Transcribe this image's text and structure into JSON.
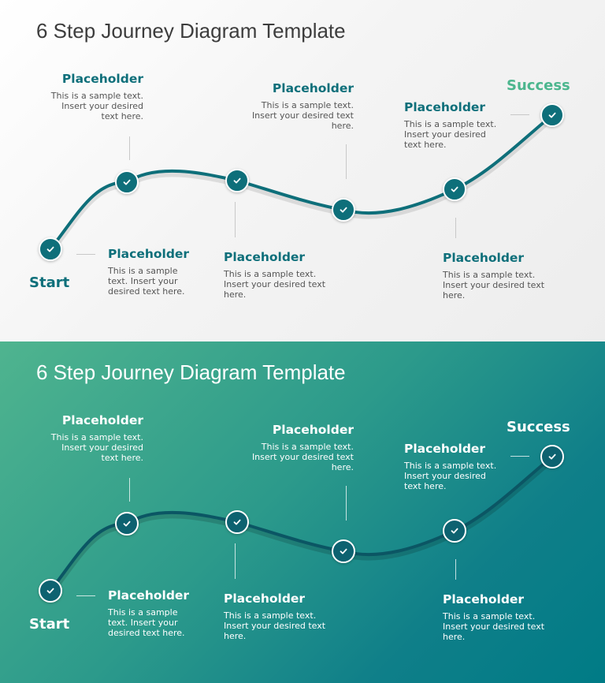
{
  "slides": [
    {
      "variant": "light",
      "title": "6 Step Journey Diagram Template",
      "start_label": "Start",
      "success_label": "Success",
      "steps": [
        {
          "heading": "Placeholder",
          "text": "This is a sample text.\nInsert your desired\ntext here."
        },
        {
          "heading": "Placeholder",
          "text": "This is a sample\ntext. Insert your\ndesired text here."
        },
        {
          "heading": "Placeholder",
          "text": "This is a sample text.\nInsert your desired text\nhere."
        },
        {
          "heading": "Placeholder",
          "text": "This is a sample text.\nInsert your desired text\nhere."
        },
        {
          "heading": "Placeholder",
          "text": "This is a sample text.\nInsert your desired\ntext here."
        },
        {
          "heading": "Placeholder",
          "text": "This is a sample text.\nInsert your desired text\nhere."
        }
      ]
    },
    {
      "variant": "dark",
      "title": "6 Step Journey Diagram Template",
      "start_label": "Start",
      "success_label": "Success",
      "steps": [
        {
          "heading": "Placeholder",
          "text": "This is a sample text.\nInsert your desired\ntext here."
        },
        {
          "heading": "Placeholder",
          "text": "This is a sample\ntext. Insert your\ndesired text here."
        },
        {
          "heading": "Placeholder",
          "text": "This is a sample text.\nInsert your desired text\nhere."
        },
        {
          "heading": "Placeholder",
          "text": "This is a sample text.\nInsert your desired text\nhere."
        },
        {
          "heading": "Placeholder",
          "text": "This is a sample text.\nInsert your desired\ntext here."
        },
        {
          "heading": "Placeholder",
          "text": "This is a sample text.\nInsert your desired text\nhere."
        }
      ]
    }
  ],
  "colors": {
    "teal_dark": "#0e6f7a",
    "success_green": "#4cb68e",
    "dark_gradient_start": "#4fb48f",
    "dark_gradient_end": "#007b86"
  },
  "icons": {
    "step_marker": "check-circle-icon"
  }
}
